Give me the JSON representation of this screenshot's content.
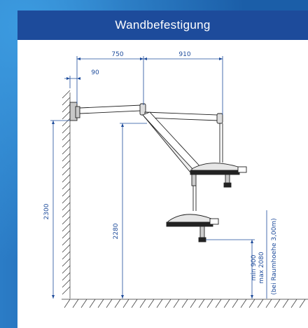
{
  "header": {
    "title": "Wandbefestigung"
  },
  "dimensions": {
    "arm_upper": "750",
    "arm_lower": "910",
    "wall_offset": "90",
    "height_mount": "2300",
    "height_pivot": "2280",
    "lamp_min": "min 900",
    "lamp_max": "max 2080",
    "ceiling_note": "(bei Raumhoehe 3,00m)"
  },
  "colors": {
    "title_bar": "#1d4b9b",
    "dimension_lines": "#1d4b9b",
    "drawing_lines": "#222222",
    "background": "#1d67b1"
  }
}
